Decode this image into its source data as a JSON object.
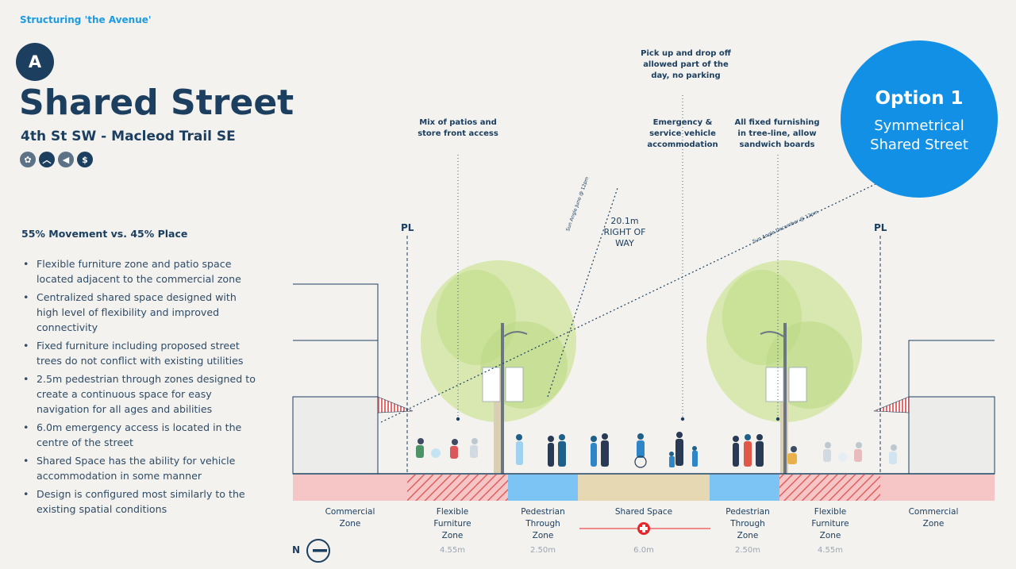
{
  "header": {
    "kicker": "Structuring 'the Avenue'"
  },
  "badge": "A",
  "title": "Shared Street",
  "subtitle": "4th St SW - Macleod Trail SE",
  "icons": [
    "wildlife-icon",
    "chevron-up-icon",
    "megaphone-icon",
    "dollar-icon"
  ],
  "sidebar": {
    "movement": "55% Movement vs. 45% Place",
    "bullets": [
      "Flexible furniture zone and patio space located adjacent to the commercial zone",
      "Centralized shared space designed with high level of flexibility and improved connectivity",
      "Fixed furniture including proposed street trees do not conflict with existing utilities",
      "2.5m pedestrian through zones designed to create a continuous space for easy navigation for all ages and abilities",
      "6.0m emergency access is located in the centre of the street",
      "Shared Space has the ability for vehicle accommodation in some manner",
      "Design is configured most similarly to the existing spatial conditions"
    ]
  },
  "option": {
    "title": "Option 1",
    "subtitle_line1": "Symmetrical",
    "subtitle_line2": "Shared Street"
  },
  "notes": {
    "patios": [
      "Mix of patios and",
      "store front access"
    ],
    "pickup": [
      "Pick up and drop off",
      "allowed part of the",
      "day, no parking"
    ],
    "emergency": [
      "Emergency &",
      "service vehicle",
      "accommodation"
    ],
    "furnishing": [
      "All fixed furnishing",
      "in tree-line, allow",
      "sandwich boards"
    ]
  },
  "row": {
    "width": "20.1m",
    "label": "RIGHT OF WAY"
  },
  "sun": {
    "june": "Sun Angle June @ 12pm",
    "december": "Sun Angle December @ 12pm"
  },
  "pl": {
    "left": "PL",
    "right": "PL"
  },
  "zones": [
    {
      "name": [
        "Commercial",
        "Zone"
      ],
      "width": "",
      "color": "#f6c5c5",
      "pattern": false
    },
    {
      "name": [
        "Flexible",
        "Furniture",
        "Zone"
      ],
      "width": "4.55m",
      "color": "#f6c5c5",
      "pattern": true
    },
    {
      "name": [
        "Pedestrian",
        "Through",
        "Zone"
      ],
      "width": "2.50m",
      "color": "#7cc4f4",
      "pattern": false
    },
    {
      "name": [
        "Shared Space"
      ],
      "width": "6.0m",
      "color": "#e6d8b3",
      "pattern": false
    },
    {
      "name": [
        "Pedestrian",
        "Through",
        "Zone"
      ],
      "width": "2.50m",
      "color": "#7cc4f4",
      "pattern": false
    },
    {
      "name": [
        "Flexible",
        "Furniture",
        "Zone"
      ],
      "width": "4.55m",
      "color": "#f6c5c5",
      "pattern": true
    },
    {
      "name": [
        "Commercial",
        "Zone"
      ],
      "width": "",
      "color": "#f6c5c5",
      "pattern": false
    }
  ],
  "north": "N",
  "colors": {
    "accent": "#1290e6",
    "navy": "#1c3f60",
    "tree": "#cfe3a0",
    "emergency": "#e8262a"
  }
}
